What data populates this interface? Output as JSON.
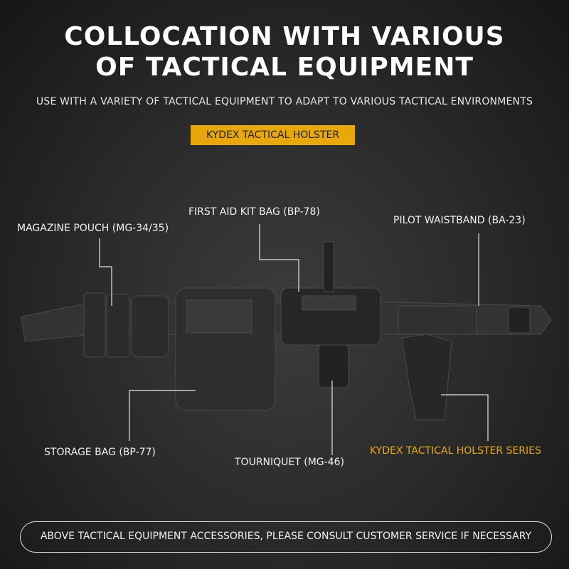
{
  "header": {
    "title_line1": "COLLOCATION WITH VARIOUS",
    "title_line2": "OF TACTICAL EQUIPMENT",
    "subtitle": "USE WITH A VARIETY OF TACTICAL EQUIPMENT TO ADAPT TO VARIOUS TACTICAL ENVIRONMENTS",
    "badge": "KYDEX TACTICAL HOLSTER"
  },
  "labels": {
    "magazine": "MAGAZINE POUCH (MG-34/35)",
    "first_aid": "FIRST AID KIT BAG (BP-78)",
    "waistband": "PILOT WAISTBAND (BA-23)",
    "storage": "STORAGE BAG (BP-77)",
    "tourniquet": "TOURNIQUET (MG-46)",
    "holster": "KYDEX TACTICAL HOLSTER SERIES"
  },
  "footer": {
    "note": "ABOVE TACTICAL EQUIPMENT ACCESSORIES, PLEASE CONSULT CUSTOMER SERVICE IF NECESSARY"
  },
  "colors": {
    "accent": "#e8a80c"
  }
}
